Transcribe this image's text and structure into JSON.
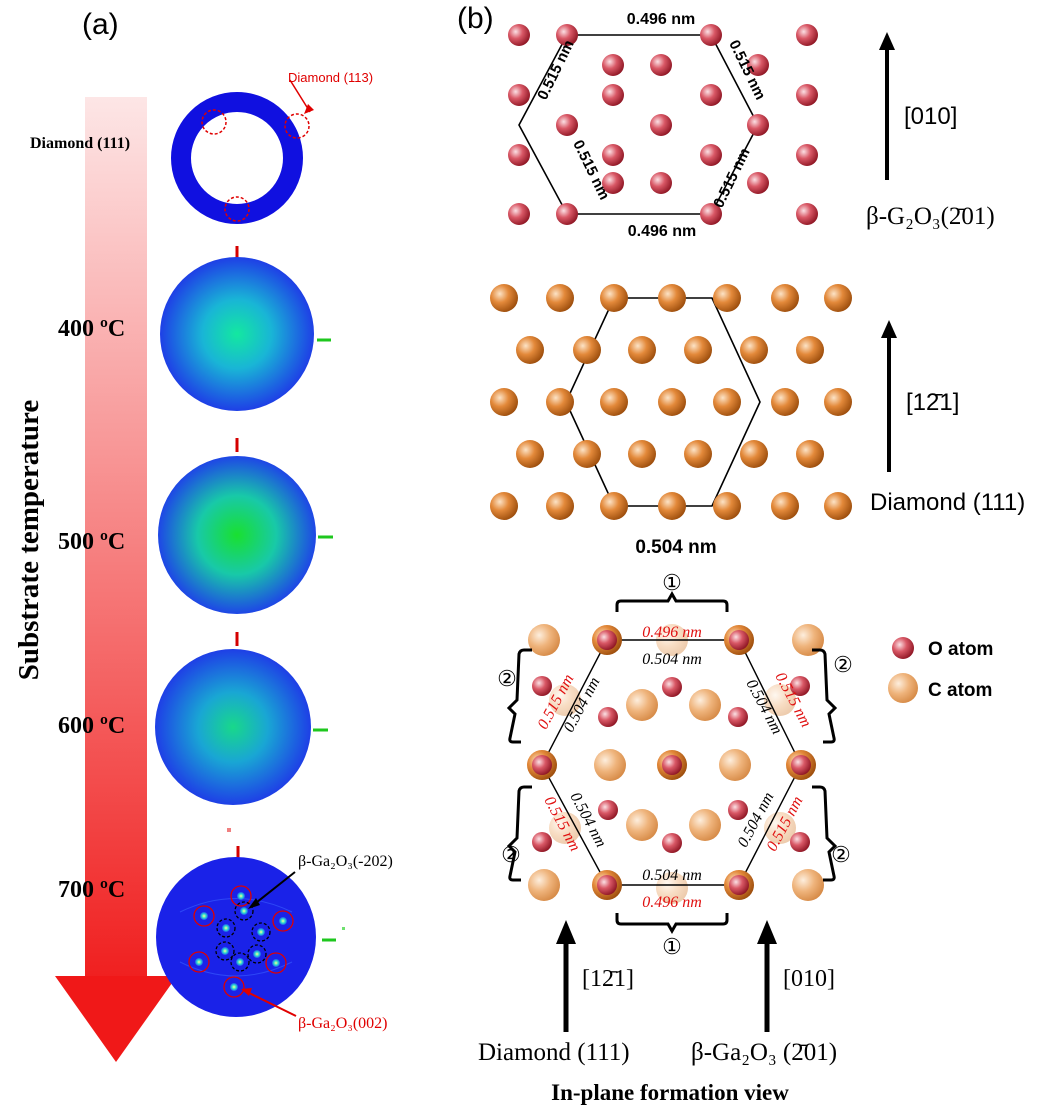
{
  "panel_a": {
    "label": "(a)",
    "axis_label": "Substrate temperature",
    "diamond_111": "Diamond (111)",
    "diamond_113": "Diamond (113)",
    "temps": [
      "400 ºC",
      "500 ºC",
      "600 ºC",
      "700 ºC"
    ],
    "ga2o3_m202": "β-Ga₂O₃(-202)",
    "ga2o3_002": "β-Ga₂O₃(002)",
    "colors": {
      "arrow": "#e8312a",
      "ring": "#1010e0",
      "annot": "#e00000",
      "tick_red": "#d40000",
      "tick_green": "#1ec71e"
    }
  },
  "panel_b": {
    "label": "(b)",
    "top": {
      "d_horiz": "0.496 nm",
      "d_diag": "0.515 nm",
      "dir": "[010]",
      "name": "β-G₂O₃(2̄01)"
    },
    "mid": {
      "dist": "0.504 nm",
      "dir": "[12̄1]",
      "name": "Diamond (111)"
    },
    "bottom": {
      "circled_1": "①",
      "circled_2": "②",
      "red_h": "0.496 nm",
      "black_h": "0.504 nm",
      "red_d": "0.515 nm",
      "black_d": "0.504 nm",
      "legend_o": "O atom",
      "legend_c": "C atom",
      "dir_left": "[12̄1]",
      "dir_right": "[010]",
      "name_left": "Diamond (111)",
      "name_right": "β-Ga₂O₃ (2̄01)",
      "caption": "In-plane formation view"
    },
    "colors": {
      "o_atom": "#c8323f",
      "c_atom": "#d9791f",
      "red_text": "#e01010"
    }
  }
}
